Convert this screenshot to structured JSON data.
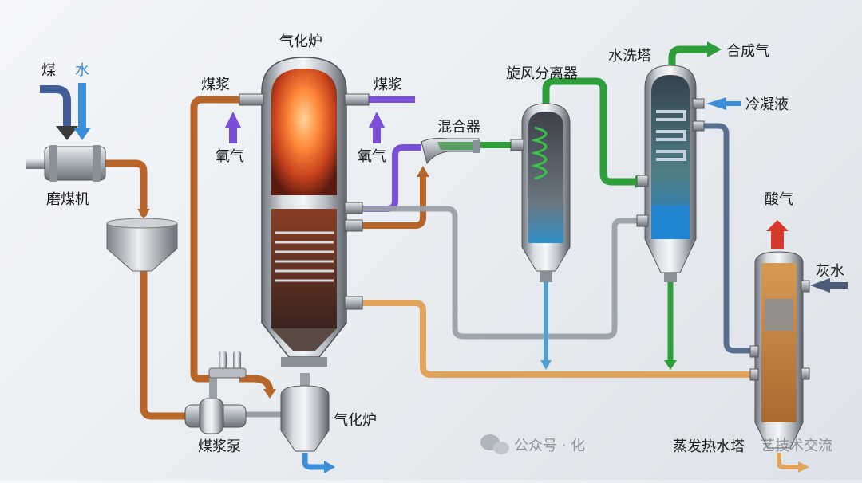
{
  "labels": {
    "coal": "煤",
    "water": "水",
    "grinder": "磨煤机",
    "slurry_pump": "煤浆泵",
    "gasifier_top": "气化炉",
    "gasifier_bottom": "气化炉",
    "slurry_left": "煤浆",
    "slurry_right": "煤浆",
    "oxygen_left": "氧气",
    "oxygen_right": "氧气",
    "mixer": "混合器",
    "cyclone": "旋风分离器",
    "scrubber": "水洗塔",
    "syngas": "合成气",
    "condensate": "冷凝液",
    "acid_gas": "酸气",
    "grey_water": "灰水",
    "evap_tower": "蒸发热水塔"
  },
  "watermark": {
    "prefix": "公众号 · 化",
    "suffix": "艺技术交流"
  },
  "colors": {
    "slurry": "#b8652a",
    "oxygen": "#7a4fd6",
    "green_gas": "#2e9e3a",
    "water": "#3a8fd8",
    "grey_pipe": "#9aa0a8",
    "orange_pipe": "#e0a55a",
    "acid_gas_arrow": "#d63a2a",
    "grey_water_arrow": "#4b5b7a"
  }
}
